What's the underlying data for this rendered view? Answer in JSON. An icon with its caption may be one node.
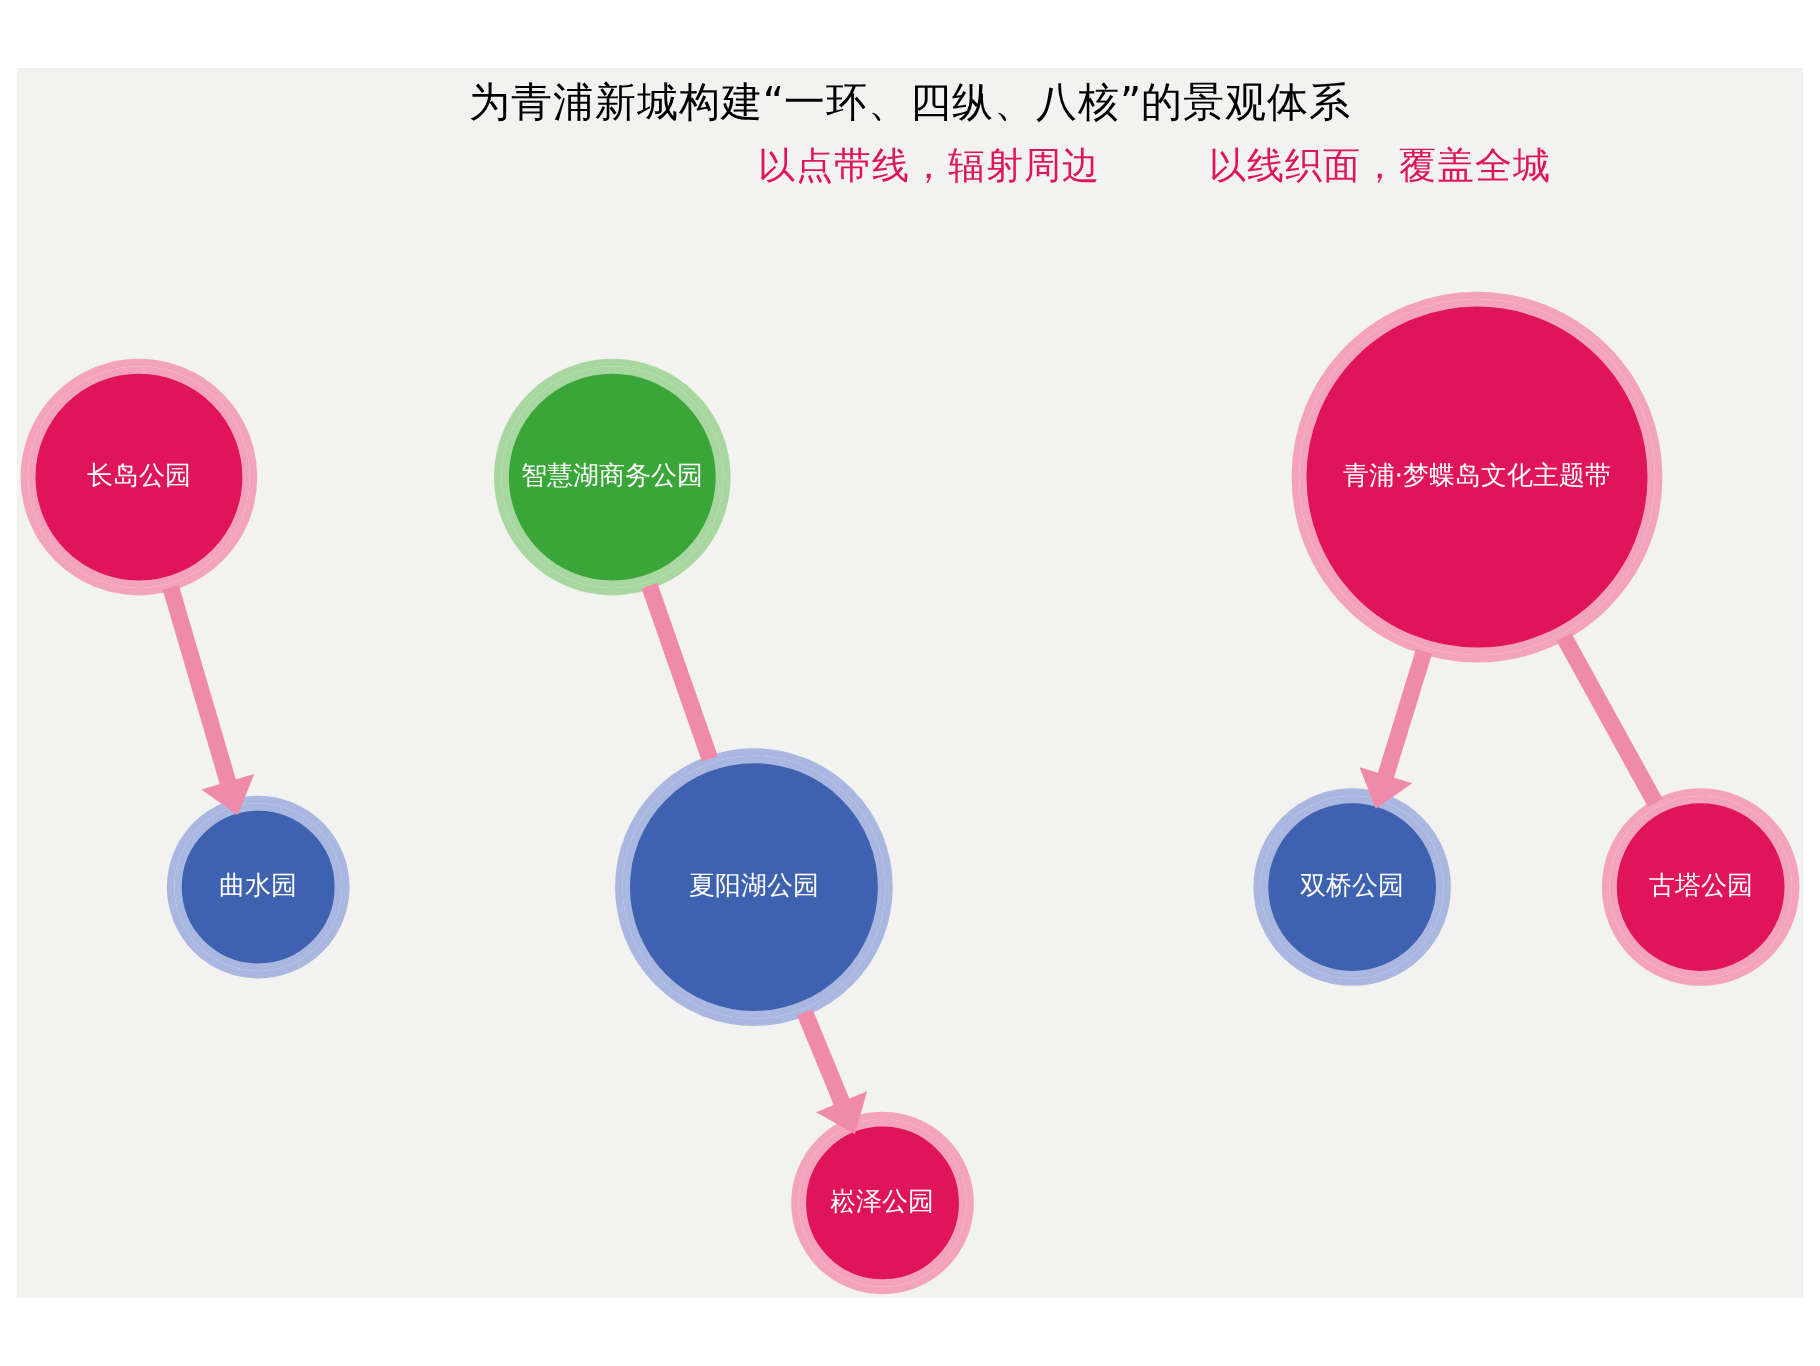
{
  "diagram": {
    "title": "为青浦新城构建“一环、四纵、八核”的景观体系",
    "nodes": [
      {
        "text": [
          "长岛公园"
        ]
      },
      {
        "text": [
          "智慧湖商务公园"
        ]
      },
      {
        "text": [
          "曲水园"
        ]
      },
      {
        "text": [
          "夏阳湖公园"
        ]
      },
      {
        "text": [
          "崧泽公园"
        ]
      },
      {
        "text": [
          "双桥公园"
        ]
      },
      {
        "text": [
          "青浦·梦蝶岛文化主题带"
        ]
      },
      {
        "text": [
          "古塔公园"
        ]
      }
    ],
    "edges": [
      {
        "from": 0,
        "to": 2,
        "arrow": "to"
      },
      {
        "from": 1,
        "to": 3,
        "arrow": "none"
      },
      {
        "from": 3,
        "to": 4,
        "arrow": "to"
      },
      {
        "from": 6,
        "to": 5,
        "arrow": "to"
      },
      {
        "from": 6,
        "to": 7,
        "arrow": "none"
      }
    ],
    "labels": [
      "以点带线，辐射周边",
      "以线织面，覆盖全城"
    ]
  }
}
